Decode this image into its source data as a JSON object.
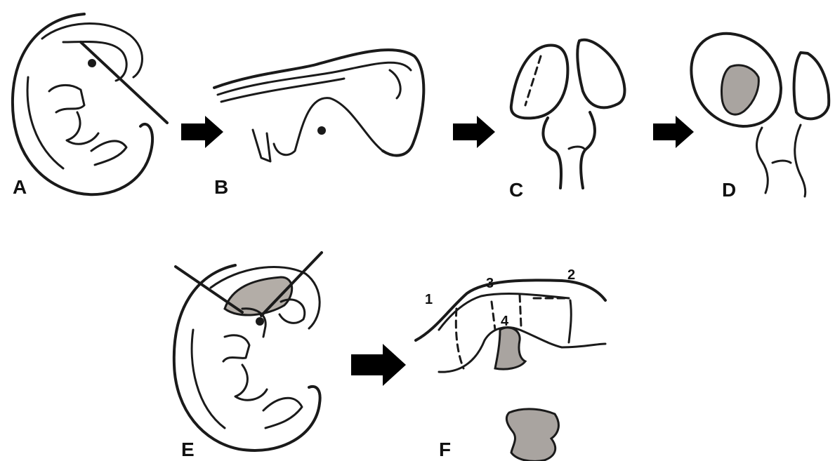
{
  "panels": [
    {
      "id": "A",
      "label": "A"
    },
    {
      "id": "B",
      "label": "B"
    },
    {
      "id": "C",
      "label": "C"
    },
    {
      "id": "D",
      "label": "D"
    },
    {
      "id": "E",
      "label": "E"
    },
    {
      "id": "F",
      "label": "F"
    }
  ],
  "part_numbers": [
    "1",
    "2",
    "3",
    "4"
  ],
  "arrows": 4,
  "colors": {
    "ink": "#1a1a1a",
    "shaded_region": "#a9a4a0",
    "arrow": "#000000"
  }
}
